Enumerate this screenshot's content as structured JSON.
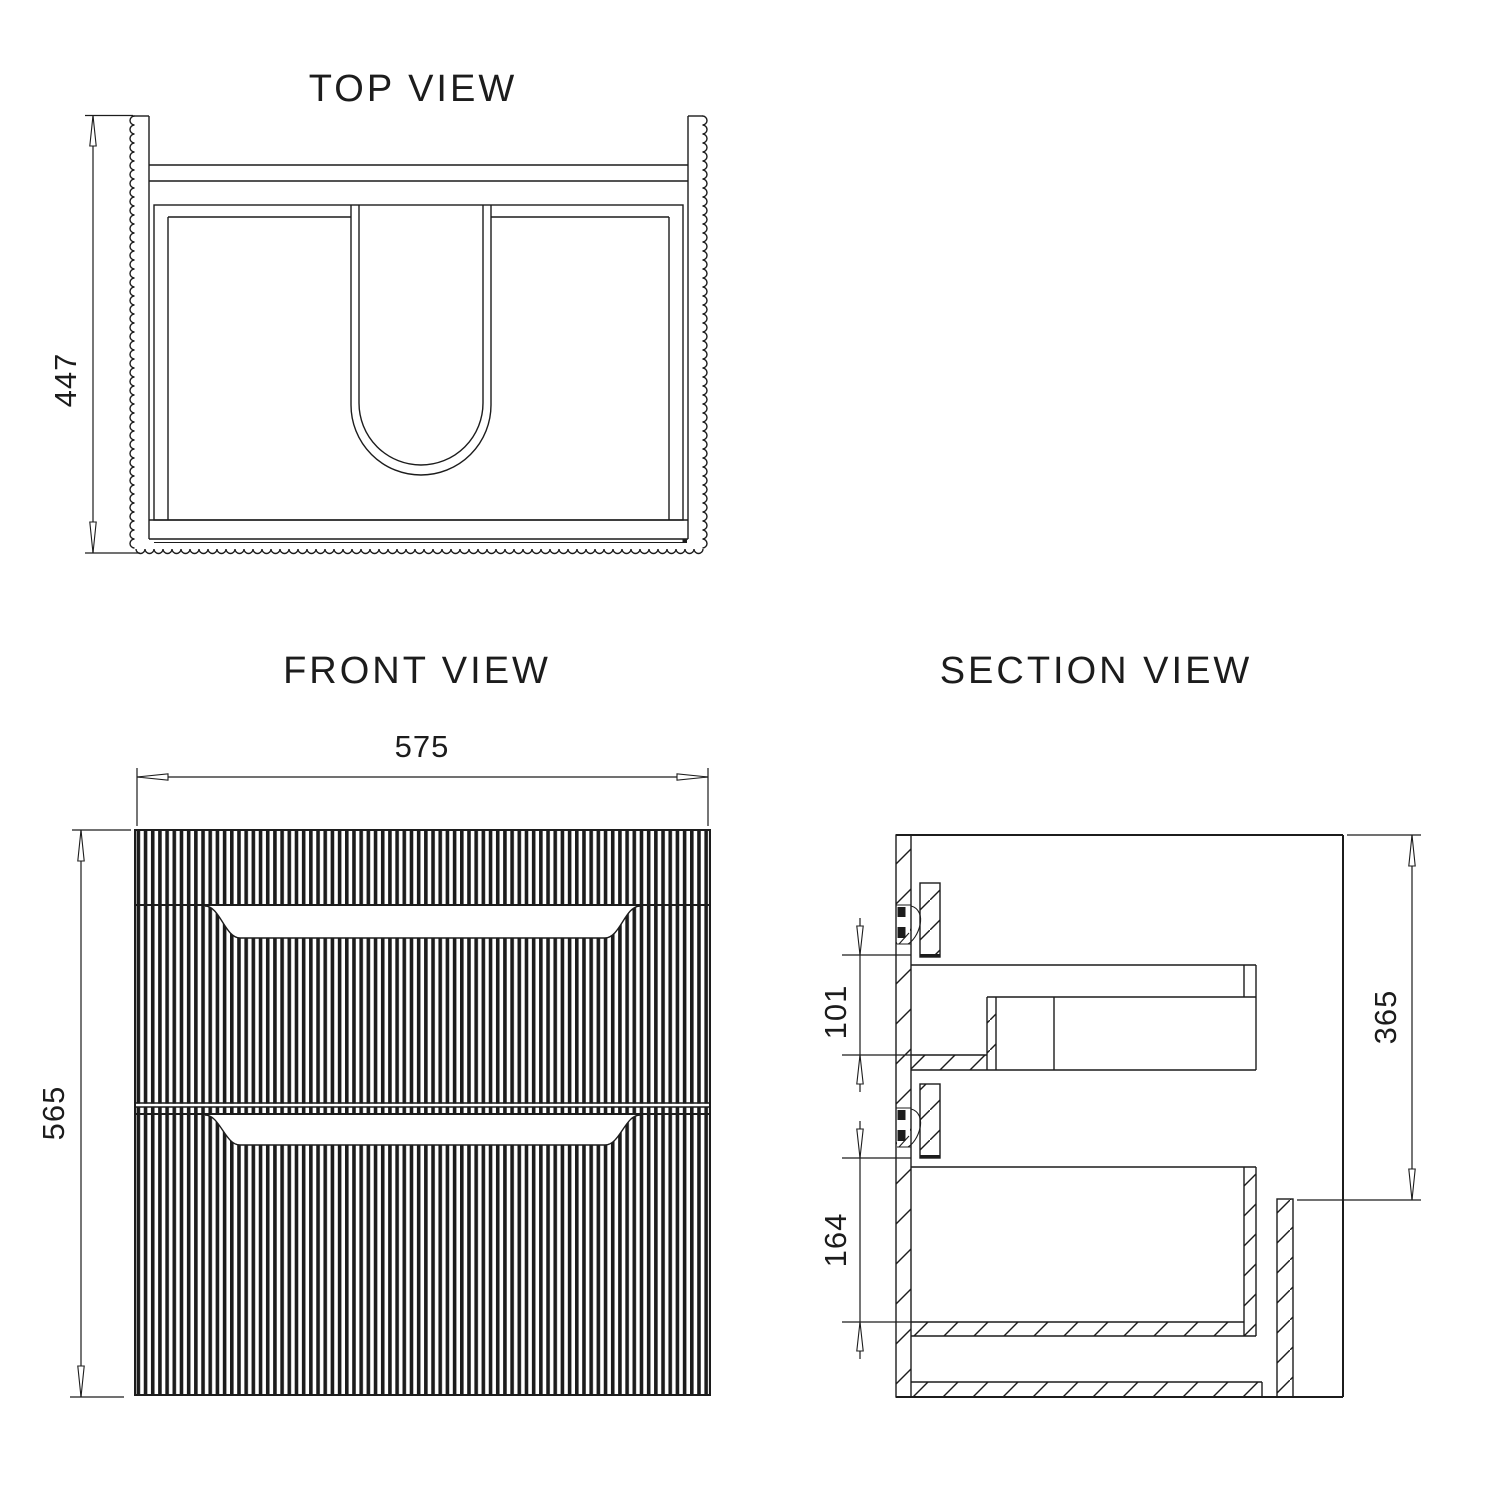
{
  "drawing": {
    "top_view": {
      "title": "TOP VIEW",
      "dim_depth": "447"
    },
    "front_view": {
      "title": "FRONT VIEW",
      "dim_width": "575",
      "dim_height": "565"
    },
    "section_view": {
      "title": "SECTION VIEW",
      "dim_drawer_top": "101",
      "dim_drawer_bottom": "164",
      "dim_internal_height": "365"
    }
  },
  "colors": {
    "ink": "#1c1c1c",
    "background": "#ffffff"
  }
}
